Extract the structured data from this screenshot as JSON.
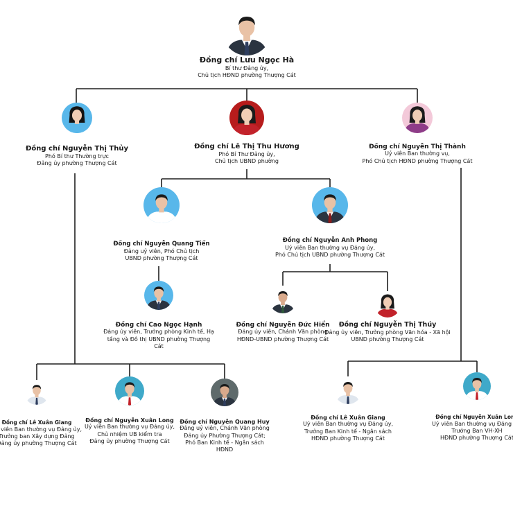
{
  "colors": {
    "line": "#1f1f1f",
    "bg_blue": "#58b7ea",
    "bg_white": "#ffffff",
    "bg_red": "#b71c1c",
    "bg_dark": "#5e6a6b",
    "bg_teal": "#3fa9c9",
    "bg_pink": "#f3c9d9"
  },
  "people": {
    "ha": {
      "icon": "portrait-man-suit-icon",
      "name": "Đồng chí Lưu Ngọc Hà",
      "role": [
        "Bí thư Đảng ủy,",
        "Chủ tịch HĐND phường Thượng Cát"
      ]
    },
    "thuy": {
      "icon": "portrait-woman-blue-icon",
      "name": "Đồng chí  Nguyễn Thị Thủy",
      "role": [
        "Phó Bí thư Thường trực",
        "Đảng ủy phường Thượng Cát"
      ]
    },
    "huong": {
      "icon": "portrait-woman-red-icon",
      "name": "Đồng chí Lê Thị Thu Hương",
      "role": [
        "Phó Bí Thư  Đảng ủy,",
        "Chủ tịch UBND phường"
      ]
    },
    "thanh": {
      "icon": "portrait-woman-purple-icon",
      "name": "Đồng chí Nguyễn Thị Thành",
      "role": [
        "Uỷ viên Ban thường vụ,",
        "Phó Chủ tịch HĐND phường Thượng Cát"
      ]
    },
    "tien": {
      "icon": "portrait-man-white-shirt-icon",
      "name": "Đồng chí Nguyễn Quang Tiến",
      "role": [
        "Đảng uỷ viên, Phó Chủ tịch",
        "UBND phường Thượng Cát"
      ]
    },
    "phong": {
      "icon": "portrait-man-suit-icon",
      "name": "Đồng chí Nguyễn Anh Phong",
      "role": [
        "Uỷ viên Ban thường vụ Đảng ủy,",
        "Phó Chủ tịch UBND phường Thượng Cát"
      ]
    },
    "hanh": {
      "icon": "portrait-man-glasses-icon",
      "name": "Đồng chí Cao Ngọc Hạnh",
      "role": [
        "Đảng ủy viên, Trưởng phòng Kinh tế, Hạ",
        "tầng và Đô thị UBND phường Thượng",
        "Cát"
      ]
    },
    "hien": {
      "icon": "portrait-man-suit-icon",
      "name": "Đồng chí Nguyễn Đức Hiển",
      "role": [
        "Đảng ủy viên, Chánh Văn phòng",
        "HĐND-UBND phường Thượng Cát"
      ]
    },
    "thuy2": {
      "icon": "portrait-woman-red-icon",
      "name": "Đồng chí Nguyễn Thị Thúy",
      "role": [
        "Đảng ủy viên, Trưởng phòng Văn hóa - Xã hội",
        "UBND phường Thượng Cát"
      ]
    },
    "giang1": {
      "icon": "portrait-man-suit-icon",
      "name": "Đồng chí Lê Xuân Giang",
      "role": [
        "Uỷ viên Ban thường vụ Đảng ủy,",
        "Trưởng ban Xây dựng Đảng",
        "Đảng ủy phường Thượng Cát"
      ]
    },
    "long1": {
      "icon": "portrait-man-red-tie-icon",
      "name": "Đồng chí Nguyễn Xuân Long",
      "role": [
        "Uỷ viên Ban thường vụ Đảng ủy,",
        "Chủ nhiệm UB kiểm tra",
        "Đảng ủy phường Thượng Cát"
      ]
    },
    "huy": {
      "icon": "portrait-man-suit-icon",
      "name": "Đồng chí Nguyễn Quang Huy",
      "role": [
        "Đảng uỷ viên, Chánh Văn phòng",
        "Đảng ủy Phường Thượng Cát;",
        "Phó Ban Kinh tế - Ngân sách",
        "HĐND"
      ]
    },
    "giang2": {
      "icon": "portrait-man-suit-icon",
      "name": "Đồng chí Lê Xuân Giang",
      "role": [
        "Uỷ viên Ban thường vụ Đảng ủy,",
        "Trưởng Ban Kinh tế - Ngân sách",
        "HĐND phường Thượng Cát"
      ]
    },
    "long2": {
      "icon": "portrait-man-red-tie-icon",
      "name": "Đồng chí  Nguyễn Xuân Long",
      "role": [
        "Uỷ viên Ban thường vụ Đảng ủy,",
        "Trưởng Ban VH-XH",
        "HĐND phường Thượng Cát"
      ]
    }
  }
}
